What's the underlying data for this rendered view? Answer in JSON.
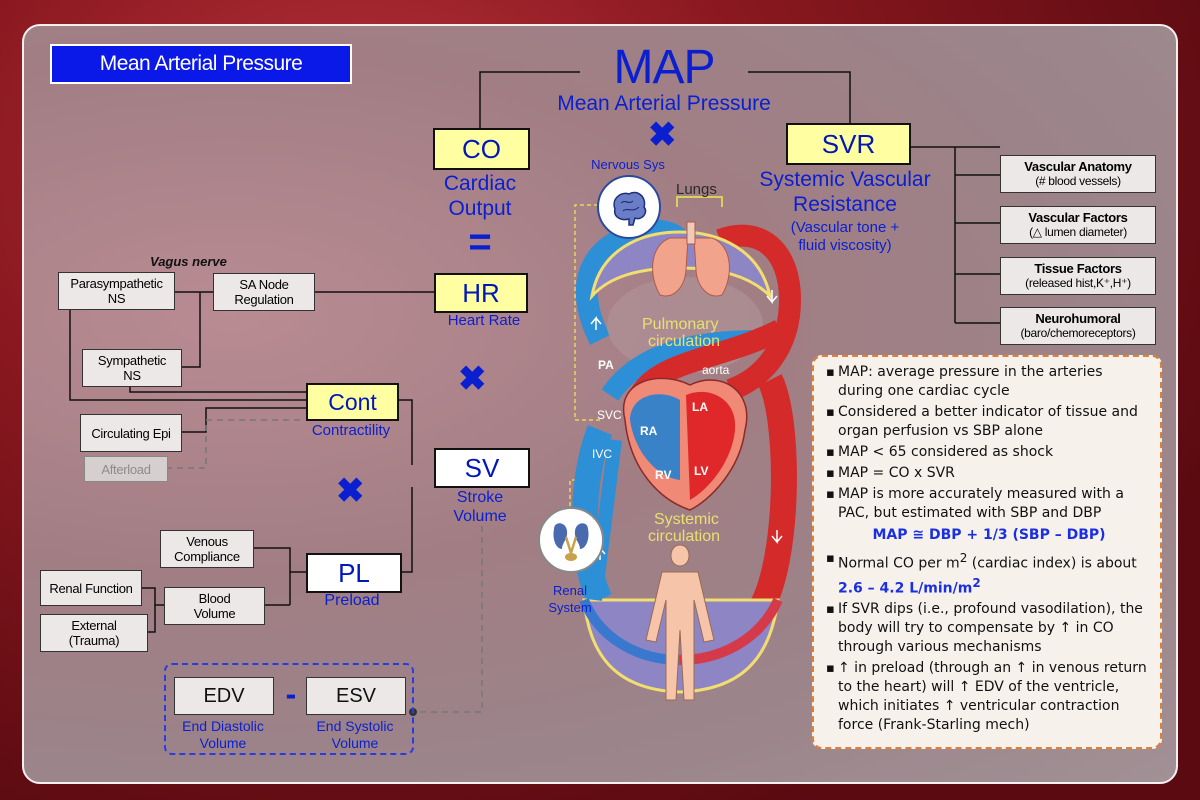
{
  "title": "Mean Arterial Pressure",
  "map": {
    "abbr": "MAP",
    "full": "Mean Arterial Pressure"
  },
  "co": {
    "abbr": "CO",
    "full_line1": "Cardiac",
    "full_line2": "Output"
  },
  "svr": {
    "abbr": "SVR",
    "full_line1": "Systemic Vascular",
    "full_line2": "Resistance",
    "note_line1": "(Vascular tone +",
    "note_line2": "fluid viscosity)"
  },
  "hr": {
    "abbr": "HR",
    "full": "Heart Rate"
  },
  "cont": {
    "abbr": "Cont",
    "full": "Contractility"
  },
  "sv": {
    "abbr": "SV",
    "full_line1": "Stroke",
    "full_line2": "Volume"
  },
  "pl": {
    "abbr": "PL",
    "full": "Preload"
  },
  "edv": {
    "abbr": "EDV",
    "full_line1": "End Diastolic",
    "full_line2": "Volume"
  },
  "esv": {
    "abbr": "ESV",
    "full_line1": "End Systolic",
    "full_line2": "Volume"
  },
  "ops": {
    "times": "✖",
    "equals": "=",
    "minus": "-"
  },
  "left_boxes": {
    "vagus": "Vagus nerve",
    "parasympathetic_1": "Parasympathetic",
    "parasympathetic_2": "NS",
    "sa_node_1": "SA Node",
    "sa_node_2": "Regulation",
    "sympathetic_1": "Sympathetic",
    "sympathetic_2": "NS",
    "circulating_epi": "Circulating Epi",
    "afterload": "Afterload",
    "venous_1": "Venous",
    "venous_2": "Compliance",
    "blood_1": "Blood",
    "blood_2": "Volume",
    "renal_function": "Renal Function",
    "external_1": "External",
    "external_2": "(Trauma)"
  },
  "svr_factors": [
    {
      "title": "Vascular Anatomy",
      "sub": "(# blood vessels)"
    },
    {
      "title": "Vascular Factors",
      "sub": "(△ lumen diameter)"
    },
    {
      "title": "Tissue Factors",
      "sub": "(released hist,K⁺,H⁺)"
    },
    {
      "title": "Neurohumoral",
      "sub": "(baro/chemoreceptors)"
    }
  ],
  "diagram": {
    "nervous": "Nervous Sys",
    "lungs": "Lungs",
    "pulmonary_1": "Pulmonary",
    "pulmonary_2": "circulation",
    "systemic_1": "Systemic",
    "systemic_2": "circulation",
    "renal_1": "Renal",
    "renal_2": "System",
    "pa": "PA",
    "aorta": "aorta",
    "svc": "SVC",
    "ivc": "IVC",
    "ra": "RA",
    "la": "LA",
    "rv": "RV",
    "lv": "LV"
  },
  "notes": {
    "n1": "MAP: average pressure in the arteries during one cardiac cycle",
    "n2": "Considered a better indicator of tissue and organ perfusion vs SBP alone",
    "n3": "MAP < 65 considered as shock",
    "n4": "MAP = CO x SVR",
    "n5": "MAP is more accurately measured with a PAC, but estimated with SBP and DBP",
    "formula": "MAP ≅ DBP + 1/3 (SBP – DBP)",
    "n6_a": "Normal CO per m",
    "n6_sup": "2",
    "n6_b": " (cardiac index) is about ",
    "n6_val": "2.6 – 4.2 L/min/m",
    "n6_val_sup": "2",
    "n7": "If SVR dips (i.e., profound vasodilation), the body will try to compensate by ↑ in CO through various mechanisms",
    "n8": "↑ in preload (through an ↑ in venous return to the heart) will ↑ EDV of the ventricle, which initiates ↑ ventricular contraction force (Frank-Starling mech)"
  },
  "colors": {
    "blue_text": "#0a1fd0",
    "yellow_box": "#fffea0",
    "title_bg": "#0a18e8",
    "notes_border": "#e08030"
  }
}
